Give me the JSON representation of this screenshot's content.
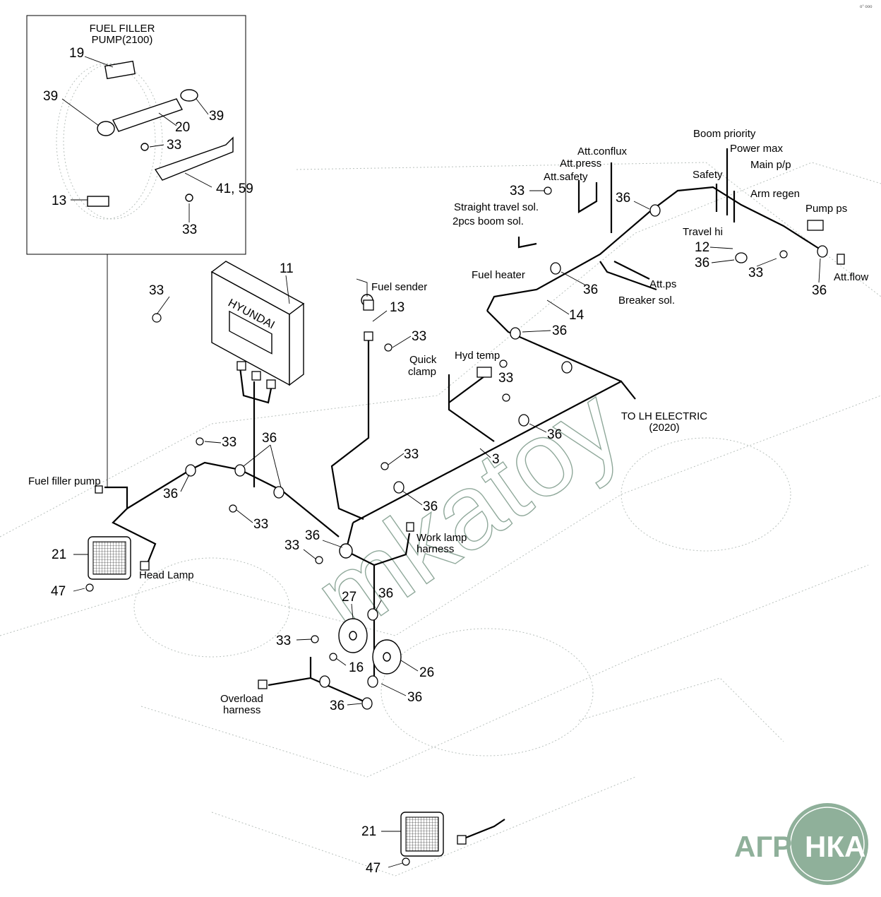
{
  "corner_mark": "o° ooo",
  "watermark": "mkatoy",
  "logo": {
    "text_left": "АГРО",
    "text_right": "НКА",
    "color": "#8fb09a"
  },
  "inset": {
    "title_line1": "FUEL FILLER",
    "title_line2": "PUMP(2100)",
    "callouts": [
      "19",
      "39",
      "20",
      "39",
      "33",
      "13",
      "41,  59",
      "33"
    ]
  },
  "ecu_brand": "HYUNDAI",
  "labels": {
    "fuel_sender": "Fuel sender",
    "fuel_heater": "Fuel heater",
    "quick_clamp_1": "Quick",
    "quick_clamp_2": "clamp",
    "hyd_temp": "Hyd temp",
    "to_lh_electric_1": "TO LH ELECTRIC",
    "to_lh_electric_2": "(2020)",
    "fuel_filler_pump": "Fuel filler pump",
    "work_lamp_1": "Work lamp",
    "work_lamp_2": "harness",
    "head_lamp": "Head Lamp",
    "overload_1": "Overload",
    "overload_2": "harness",
    "att_conflux": "Att.conflux",
    "att_press": "Att.press",
    "att_safety": "Att.safety",
    "straight_travel": "Straight travel sol.",
    "boom_sol": "2pcs boom sol.",
    "boom_priority": "Boom priority",
    "power_max": "Power max",
    "main_pp": "Main p/p",
    "safety": "Safety",
    "arm_regen": "Arm regen",
    "pump_ps": "Pump ps",
    "travel_hi": "Travel hi",
    "att_ps": "Att.ps",
    "breaker_sol": "Breaker sol.",
    "att_flow": "Att.flow"
  },
  "callouts": [
    "11",
    "33",
    "13",
    "33",
    "14",
    "36",
    "33",
    "36",
    "3",
    "33",
    "36",
    "33",
    "36",
    "36",
    "33",
    "36",
    "33",
    "21",
    "47",
    "36",
    "27",
    "33",
    "16",
    "26",
    "36",
    "36",
    "21",
    "47",
    "33",
    "36",
    "12",
    "36",
    "33",
    "36",
    "36"
  ]
}
